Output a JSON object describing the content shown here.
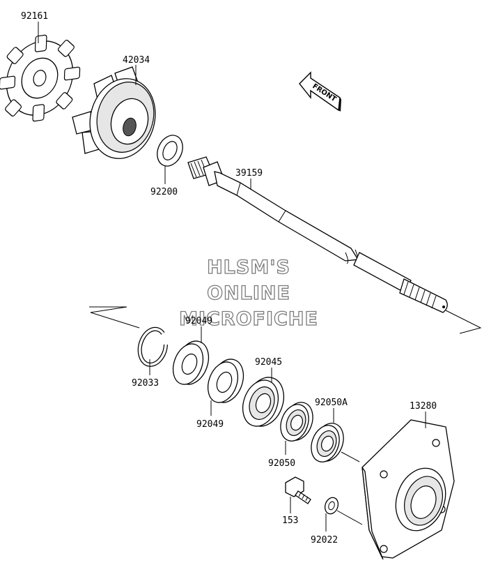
{
  "parts": [
    {
      "id": "impeller-plate",
      "number": "92161"
    },
    {
      "id": "impeller",
      "number": "42034"
    },
    {
      "id": "washer-shaft",
      "number": "92200"
    },
    {
      "id": "shaft",
      "number": "39159"
    },
    {
      "id": "circlip",
      "number": "92033"
    },
    {
      "id": "oil-seal-upper",
      "number": "92049"
    },
    {
      "id": "oil-seal-lower",
      "number": "92049"
    },
    {
      "id": "ball-bearing-large",
      "number": "92045"
    },
    {
      "id": "ball-bearing-small",
      "number": "92050"
    },
    {
      "id": "seal-a",
      "number": "92050A"
    },
    {
      "id": "housing",
      "number": "13280"
    },
    {
      "id": "bolt",
      "number": "153"
    },
    {
      "id": "washer-bolt",
      "number": "92022"
    }
  ],
  "front_arrow": {
    "label": "FRONT"
  },
  "watermark": {
    "lines": [
      "HLSM'S",
      "ONLINE",
      "MICROFICHE"
    ]
  }
}
